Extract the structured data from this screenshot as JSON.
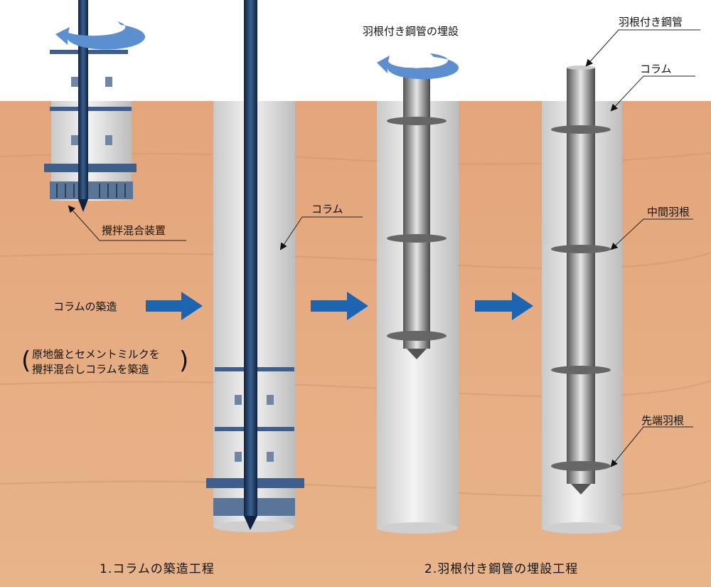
{
  "labels": {
    "mixing_device": "攪拌混合装置",
    "column_1": "コラム",
    "column_construction": "コラムの築造",
    "description_line1": "原地盤とセメントミルクを",
    "description_line2": "攪拌混合しコラムを築造",
    "pipe_installation": "羽根付き鋼管の埋設",
    "winged_pipe": "羽根付き鋼管",
    "column_2": "コラム",
    "middle_wing": "中間羽根",
    "tip_wing": "先端羽根"
  },
  "captions": {
    "step1": "1.コラムの築造工程",
    "step2": "2.羽根付き鋼管の埋設工程"
  },
  "colors": {
    "soil": "#e2a57a",
    "column": "#dcdcdc",
    "rod": "#1d3556",
    "arrow": "#1c64b0",
    "rotation": "#5b8fd0"
  }
}
